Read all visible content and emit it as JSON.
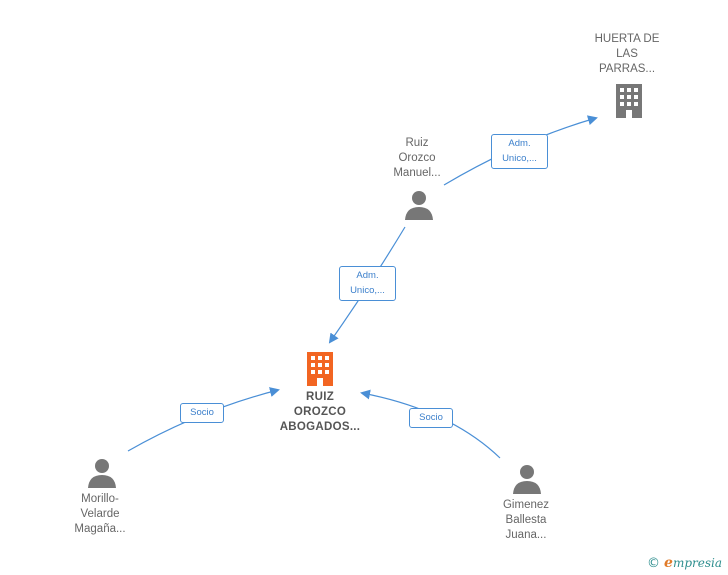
{
  "nodes": {
    "huerta": {
      "label": "HUERTA DE\nLAS\nPARRAS...",
      "icon": "building-icon",
      "color": "#777777"
    },
    "ruiz_manuel": {
      "label": "Ruiz\nOrozco\nManuel...",
      "icon": "person-icon",
      "color": "#777777"
    },
    "ruiz_abogados": {
      "label": "RUIZ\nOROZCO\nABOGADOS...",
      "icon": "building-icon",
      "color": "#f26522"
    },
    "morillo": {
      "label": "Morillo-\nVelarde\nMagaña...",
      "icon": "person-icon",
      "color": "#777777"
    },
    "gimenez": {
      "label": "Gimenez\nBallesta\nJuana...",
      "icon": "person-icon",
      "color": "#777777"
    }
  },
  "edges": {
    "manuel_to_huerta": "Adm.\nUnico,...",
    "manuel_to_abogados": "Adm.\nUnico,...",
    "morillo_to_abogados": "Socio",
    "gimenez_to_abogados": "Socio"
  },
  "edge_color": "#4a8fd6",
  "brand": {
    "copyright": "©",
    "initial": "e",
    "rest": "mpresia"
  }
}
